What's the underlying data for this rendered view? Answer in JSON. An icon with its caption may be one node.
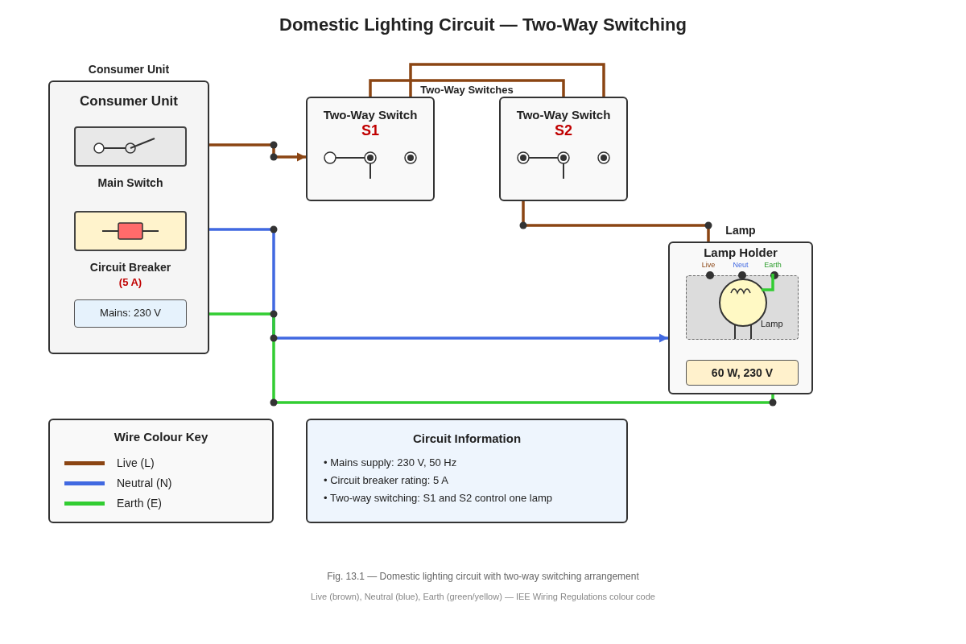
{
  "diagram": {
    "title": "Domestic Lighting Circuit — Two-Way Switching",
    "caption": "Fig. 13.1 — Domestic lighting circuit with two-way switching arrangement",
    "nodes": [
      {
        "text": [
          "Consumer Unit",
          "Consumer Unit"
        ]
      },
      {
        "text": [],
        "shape": "box",
        "in": 0,
        "beside": [
          "Main Switch"
        ]
      },
      {
        "text": [],
        "shape": "box",
        "in": 0,
        "beside": [
          "Circuit Breaker",
          "(5 A)"
        ]
      },
      {
        "text": [
          "Mains: 230 V"
        ],
        "in": 0
      },
      {
        "text": [
          "Two-Way Switch",
          "S1"
        ]
      },
      {
        "text": [
          "Two-Way Switch",
          "S2"
        ]
      },
      {
        "text": [
          "Lamp",
          "Lamp Holder"
        ]
      },
      {
        "text": [],
        "shape": "box",
        "in": 6
      },
      {
        "text": [],
        "shape": "circle",
        "in": 7,
        "beside": [
          "Lamp"
        ]
      },
      {
        "text": [
          "60 W, 230 V"
        ],
        "in": 6
      },
      {
        "text": [
          "Circuit Information",
          "• Mains supply: 230 V, 50 Hz",
          "• Circuit breaker rating: 5 A",
          "• Two-way switching: S1 and S2 control one lamp"
        ]
      }
    ],
    "edges": [
      {
        "from": 0,
        "to": 4,
        "arrow": "to"
      },
      {
        "from": 4,
        "to": 5,
        "arrow": "none"
      },
      {
        "from": 4,
        "to": 5,
        "arrow": "none"
      },
      {
        "from": 5,
        "to": 6,
        "arrow": "none"
      },
      {
        "from": 0,
        "to": 6,
        "arrow": "to",
        "color": "#4169e1"
      },
      {
        "from": 0,
        "to": 6,
        "arrow": "none",
        "color": "#32cd32"
      },
      {
        "from": 7,
        "to": 8,
        "arrow": "none",
        "color": "#32cd32"
      }
    ],
    "labels": [
      "Two-Way Switches",
      "Live",
      "Neut",
      "Earth",
      "Wire Colour Key",
      "Live (brown), Neutral (blue), Earth (green/yellow) — IEE Wiring Regulations colour code"
    ],
    "legend": [
      {
        "text": "Live (L)"
      },
      {
        "text": "Neutral (N)"
      },
      {
        "text": "Earth (E)"
      }
    ]
  }
}
